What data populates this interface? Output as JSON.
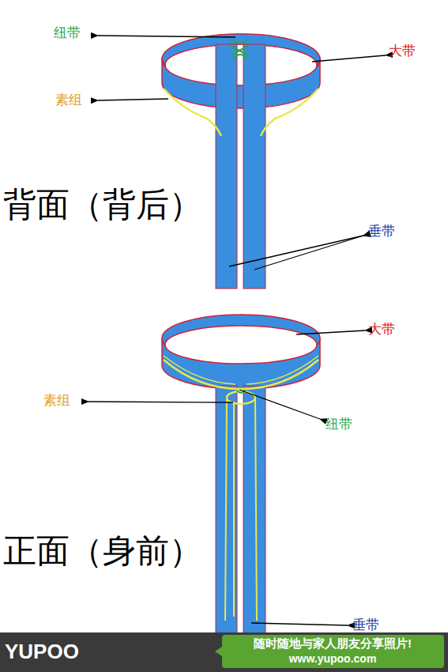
{
  "diagram": {
    "labels": [
      "纽带",
      "大带",
      "素组",
      "背面（背后）",
      "垂带",
      "大带",
      "素组",
      "纽带",
      "正面（身前）",
      "垂带",
      "YUPOO",
      "随时随地与家人朋友分享照片!",
      "www.yupoo.com"
    ]
  }
}
